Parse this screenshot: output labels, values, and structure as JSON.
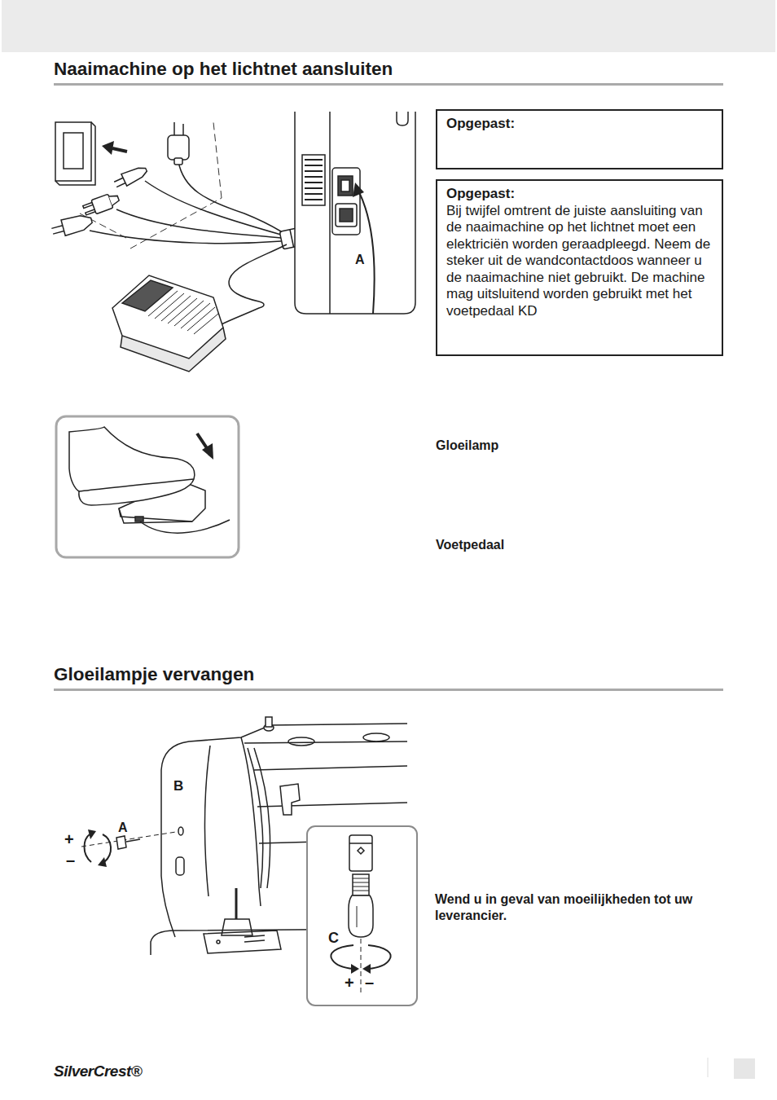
{
  "diagram": {
    "title": "Naaimachine op het lichtnet aansluiten",
    "nodes": [
      {
        "text": [
          "Opgepast:"
        ]
      },
      {
        "text": [
          "Opgepast:",
          "Bij twijfel omtrent de juiste aansluiting van de naaimachine op het lichtnet moet een elektriciën worden geraadpleegd. Neem de steker uit de wandcontactdoos wanneer u de naaimachine niet gebruikt. De machine mag uitsluitend worden gebruikt met het voetpedaal KD"
        ]
      },
      {
        "text": [
          "C",
          "+",
          "–"
        ]
      }
    ],
    "labels": [
      "A",
      "Gloeilamp",
      "Voetpedaal",
      "Gloeilampje vervangen",
      "B",
      "A",
      "+",
      "–",
      "Wend u in geval van moeilijkheden tot uw leverancier.",
      "SilverCrest®"
    ]
  }
}
